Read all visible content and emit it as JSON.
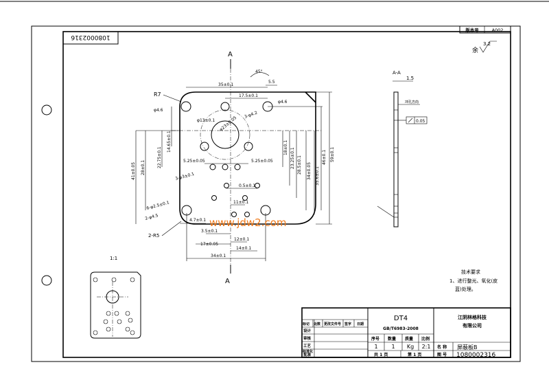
{
  "drawing": {
    "doc_number_rotated": "1080002316",
    "version_label": "版本号",
    "version_value": "A002",
    "surface_symbol_prefix": "余",
    "surface_roughness": "3.2",
    "section_label_top": "A",
    "section_label_bottom": "A",
    "section_view_title": "A-A",
    "section_thickness": "1.5",
    "section_note": "冲孔方向",
    "flatness_value": "0.05",
    "scale_view_label": "1:1",
    "watermark": "www.jdw2.com"
  },
  "dimensions": {
    "top_width": "35±0.1",
    "hole_spacing_top": "17.5±0.1",
    "dim_5_5": "5.5",
    "angle_45": "45°",
    "r7": "R7",
    "phi_4_6_left": "φ4.6",
    "phi_4_6_right": "φ4.6",
    "phi_4_2": "3-φ4.2",
    "phi_13": "φ13±0.1",
    "phi_23": "φ23±0.05",
    "h_22_75": "22.75±0.1",
    "h_14_65": "14.65±0.1",
    "h_28": "28±0.1",
    "h_41": "41±0.05",
    "d_5_25_left": "5.25±0.05",
    "d_5_25_right": "5.25±0.05",
    "phi_3": "3-φ3±0.1",
    "v_18": "18±0.1",
    "v_23_25": "23.25±0.1",
    "v_28_5": "28.5±0.1",
    "v_34": "34±0.05",
    "v_35_6": "35.6±0.1",
    "v_46": "46±0.1",
    "v_59": "59±0.1",
    "d_0_5": "0.5±0.1",
    "d_11": "11±0.1",
    "phi_2_5": "6-φ2.5±0.1",
    "phi_4_5": "2-φ4.5",
    "d_4_7": "4.7±0.1",
    "r5": "2-R5",
    "d_3_5": "3.5±0.1",
    "d_12": "12±0.1",
    "d_17": "17±0.05",
    "d_14": "14±0.1",
    "d_34": "34±0.1"
  },
  "tech_requirements": {
    "title": "技术要求",
    "line1": "1、进行整光、氧化(皮",
    "line2": "蓝)处理。"
  },
  "title_block": {
    "product_code": "DT4",
    "standard": "GB/T6983-2008",
    "company_line1": "江阴林格科技",
    "company_line2": "有限公司",
    "rev_headers": [
      "标记",
      "处数",
      "更改文件号",
      "签字",
      "日期"
    ],
    "left_labels": [
      "设计",
      "审核",
      "工艺",
      "标准化",
      "批准"
    ],
    "col_seq": "序号",
    "col_qty": "数量",
    "col_mass": "质量",
    "col_scale": "比例",
    "val_seq": "1",
    "val_qty": "1",
    "val_mass": "Kg",
    "val_scale": "2:1",
    "total_sheets": "共 1 页",
    "sheet_no": "第 1 页",
    "name_label": "名 称",
    "name_value": "屏蔽板B",
    "drawing_no_label": "图 号",
    "drawing_no_value": "1080002316"
  }
}
